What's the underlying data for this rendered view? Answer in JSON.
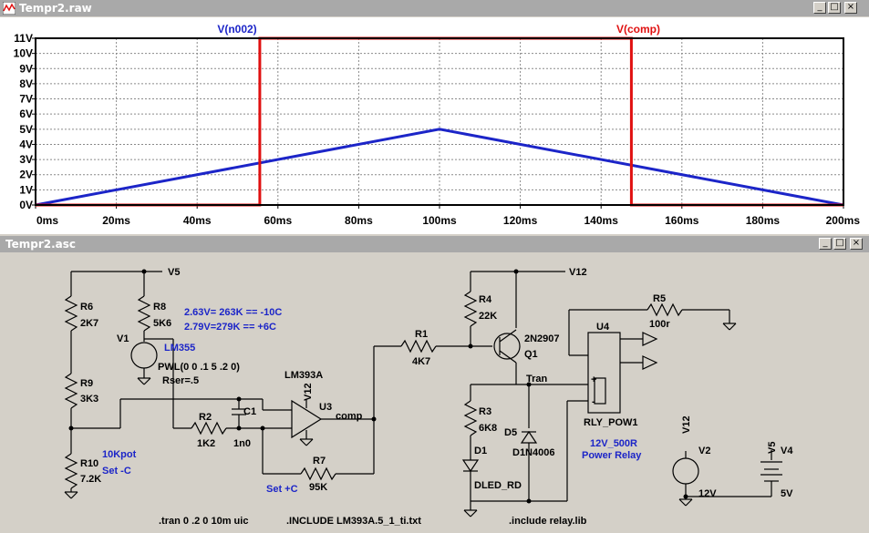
{
  "plot_window": {
    "title": "Tempr2.raw",
    "minimize_symbol": "_",
    "maximize_symbol": "□",
    "close_symbol": "×"
  },
  "schematic_window": {
    "title": "Tempr2.asc",
    "minimize_symbol": "_",
    "maximize_symbol": "□",
    "close_symbol": "×"
  },
  "chart_data": {
    "type": "line",
    "title": "",
    "xlabel": "",
    "ylabel": "",
    "xlim": [
      0,
      200
    ],
    "ylim": [
      0,
      11
    ],
    "x_unit": "ms",
    "y_unit": "V",
    "grid": true,
    "x_ticks": [
      "0ms",
      "20ms",
      "40ms",
      "60ms",
      "80ms",
      "100ms",
      "120ms",
      "140ms",
      "160ms",
      "180ms",
      "200ms"
    ],
    "y_ticks": [
      "0V",
      "1V",
      "2V",
      "3V",
      "4V",
      "5V",
      "6V",
      "7V",
      "8V",
      "9V",
      "10V",
      "11V"
    ],
    "series": [
      {
        "name": "V(n002)",
        "color": "#1c25c8",
        "x": [
          0,
          100,
          200
        ],
        "y": [
          0,
          5,
          0
        ]
      },
      {
        "name": "V(comp)",
        "color": "#e01010",
        "x": [
          0,
          55.5,
          55.5,
          147.5,
          147.5,
          200
        ],
        "y": [
          0,
          0,
          11,
          11,
          0,
          0
        ]
      }
    ]
  },
  "schematic": {
    "components": {
      "R6": {
        "ref": "R6",
        "value": "2K7"
      },
      "R9": {
        "ref": "R9",
        "value": "3K3"
      },
      "R10": {
        "ref": "R10",
        "value": "7.2K"
      },
      "R8": {
        "ref": "R8",
        "value": "5K6"
      },
      "V1": {
        "ref": "V1",
        "model": "LM355",
        "value": "PWL(0 0 .1 5 .2 0)",
        "extra": "Rser=.5"
      },
      "R2": {
        "ref": "R2",
        "value": "1K2"
      },
      "C1": {
        "ref": "C1",
        "value": "1n0"
      },
      "U3": {
        "ref": "U3",
        "model": "LM393A"
      },
      "R7": {
        "ref": "R7",
        "value": "95K"
      },
      "R1": {
        "ref": "R1",
        "value": "4K7"
      },
      "R4": {
        "ref": "R4",
        "value": "22K"
      },
      "Q1": {
        "ref": "Q1",
        "model": "2N2907"
      },
      "R3": {
        "ref": "R3",
        "value": "6K8"
      },
      "D1": {
        "ref": "D1",
        "model": "DLED_RD"
      },
      "D5": {
        "ref": "D5",
        "model": "D1N4006"
      },
      "U4": {
        "ref": "U4",
        "model": "RLY_POW1"
      },
      "R5": {
        "ref": "R5",
        "value": "100r"
      },
      "V2": {
        "ref": "V2",
        "value": "12V"
      },
      "V4": {
        "ref": "V4",
        "value": "5V"
      }
    },
    "nets": {
      "v5": "V5",
      "v12": "V12",
      "comp": "comp",
      "tran": "Tran",
      "v12_u3": "V12",
      "v12_v2": "V12",
      "v5_v4": "V5"
    },
    "comments": {
      "cal1": "2.63V= 263K == -10C",
      "cal2": "2.79V=279K == +6C",
      "pot": "10Kpot",
      "set_minus": "Set -C",
      "set_plus": "Set +C",
      "relay1": "12V_500R",
      "relay2": "Power Relay"
    },
    "directives": {
      "tran": ".tran 0 .2 0 10m uic",
      "include_lm393": ".INCLUDE LM393A.5_1_ti.txt",
      "include_relay": ".include relay.lib"
    },
    "pin_marks": {
      "plus": "+",
      "minus": "-"
    },
    "colors": {
      "wire": "#000000",
      "comment": "#1c25c8",
      "component": "#000000"
    }
  }
}
